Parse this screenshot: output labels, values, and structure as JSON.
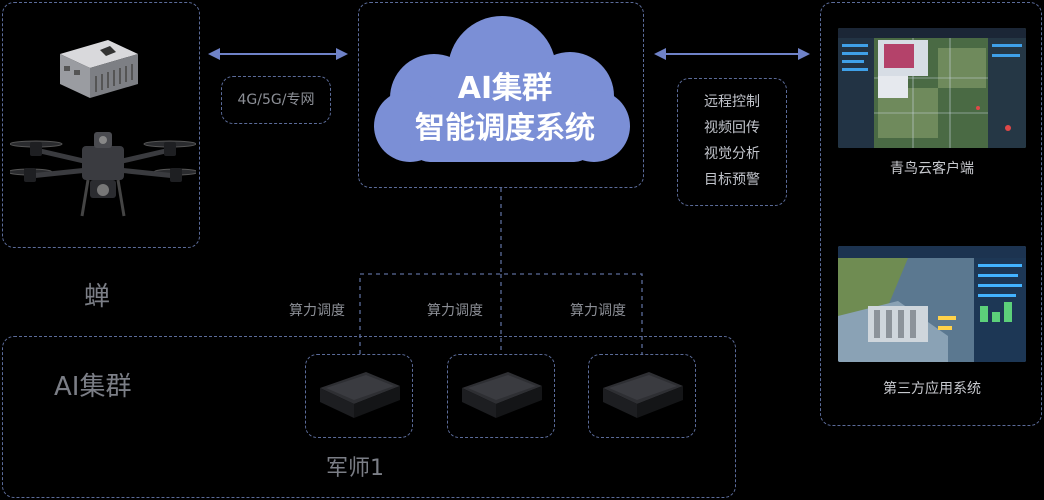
{
  "left_panel": {
    "caption": "蝉"
  },
  "network_tag": "4G/5G/专网",
  "cloud": {
    "line1": "AI集群",
    "line2": "智能调度系统"
  },
  "functions": [
    "远程控制",
    "视频回传",
    "视觉分析",
    "目标预警"
  ],
  "clients": [
    {
      "caption": "青鸟云客户端"
    },
    {
      "caption": "第三方应用系统"
    }
  ],
  "schedule_label": "算力调度",
  "cluster": {
    "title": "AI集群",
    "units": [
      {
        "label": "军师1"
      },
      {
        "label": ""
      },
      {
        "label": ""
      }
    ]
  },
  "colors": {
    "cloud": "#7b8fd6",
    "dashed": "#5b6b99",
    "arrow": "#6f82c8"
  }
}
